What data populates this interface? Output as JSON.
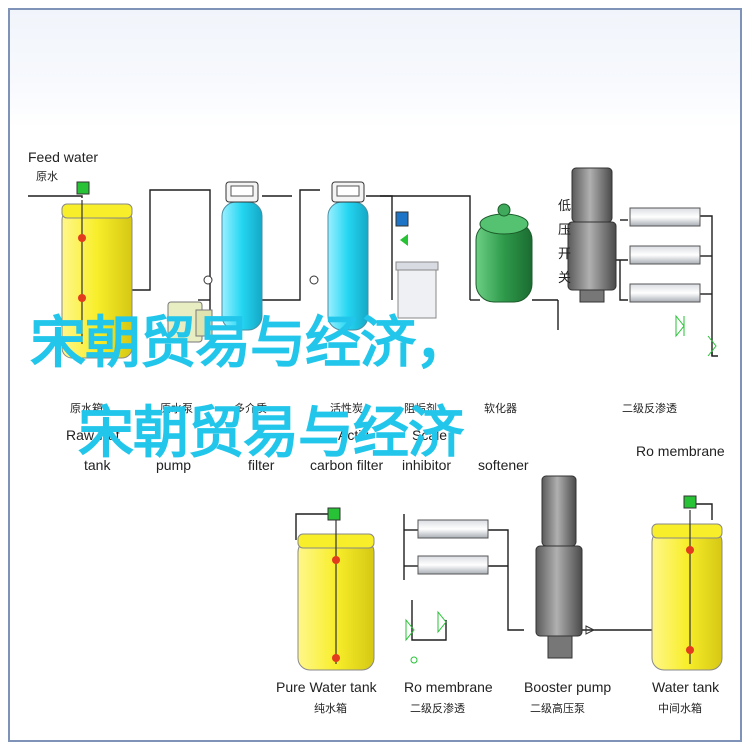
{
  "labels": {
    "feed_water_en": "Feed water",
    "feed_water_cn": "原水",
    "raw_water_tank_en": "Raw wat",
    "raw_water_tank_en2": "tank",
    "raw_water_tank_cn": "原水箱",
    "raw_pump_cn": "原水泵",
    "raw_pump_en": "pump",
    "sand_filter_cn": "多介质",
    "sand_filter_en": "filter",
    "carbon_filter_cn": "活性炭",
    "carbon_filter_en": "Activ",
    "carbon_filter_en2": "carbon filter",
    "scale_inhibitor_cn": "阻垢剂",
    "scale_inhibitor_en": "Scale",
    "scale_inhibitor_en2": "inhibitor",
    "softener_cn": "软化器",
    "softener_en": "softener",
    "hp_valve_cn": "低压开关",
    "ro_membrane_top_cn": "二级反渗透",
    "ro_membrane_top_en": "Ro membrane",
    "pure_water_tank_en": "Pure Water tank",
    "pure_water_tank_cn": "纯水箱",
    "ro_membrane_bottom_en": "Ro membrane",
    "ro_membrane_bottom_cn": "二级反渗透",
    "booster_pump_en": "Booster pump",
    "booster_pump_cn": "二级高压泵",
    "water_tank_en": "Water tank",
    "water_tank_cn": "中间水箱"
  },
  "overlay": {
    "line1": "宋朝贸易与经济，",
    "line2": "宋朝贸易与经济"
  },
  "colors": {
    "tank_yellow": "#f8ee2a",
    "filter_cyan": "#24d6f2",
    "pump_gray": "#8a8a8a",
    "softener_green": "#2e9a4a",
    "pipe": "#1e1e1e",
    "overlay_text": "#22c6ea"
  }
}
